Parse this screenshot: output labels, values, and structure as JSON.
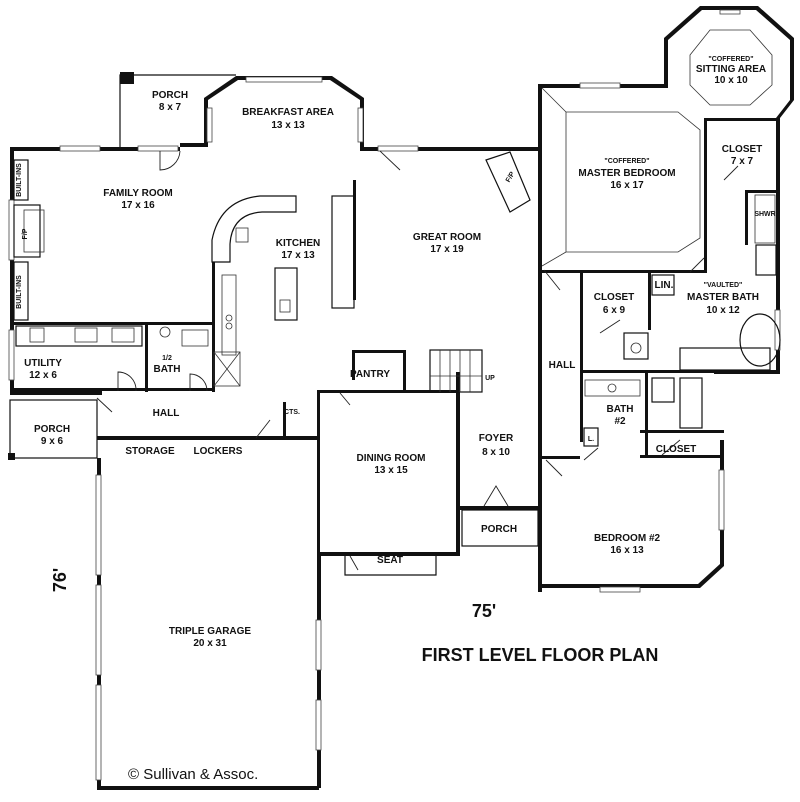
{
  "plan_title": "FIRST LEVEL FLOOR PLAN",
  "copyright": "© Sullivan & Assoc.",
  "dimensions": {
    "width": "75'",
    "depth": "76'"
  },
  "rooms": {
    "porch_back": {
      "name": "PORCH",
      "size": "8 x 7"
    },
    "breakfast": {
      "name": "BREAKFAST AREA",
      "size": "13 x 13"
    },
    "family": {
      "name": "FAMILY ROOM",
      "size": "17 x 16"
    },
    "kitchen": {
      "name": "KITCHEN",
      "size": "17 x 13"
    },
    "great": {
      "name": "GREAT ROOM",
      "size": "17 x 19"
    },
    "utility": {
      "name": "UTILITY",
      "size": "12 x 6"
    },
    "half_bath": {
      "name": "1/2",
      "size": "BATH"
    },
    "hall_left": {
      "name": "HALL"
    },
    "porch_side": {
      "name": "PORCH",
      "size": "9 x 6"
    },
    "storage": {
      "name": "STORAGE"
    },
    "lockers": {
      "name": "LOCKERS"
    },
    "cts": {
      "name": "CTS."
    },
    "pantry": {
      "name": "PANTRY"
    },
    "dining": {
      "name": "DINING ROOM",
      "size": "13 x 15"
    },
    "foyer": {
      "name": "FOYER",
      "size": "8 x 10"
    },
    "porch_front": {
      "name": "PORCH"
    },
    "seat": {
      "name": "SEAT"
    },
    "garage": {
      "name": "TRIPLE GARAGE",
      "size": "20 x 31"
    },
    "sitting": {
      "tag": "\"COFFERED\"",
      "name": "SITTING AREA",
      "size": "10 x 10"
    },
    "master_bed": {
      "tag": "\"COFFERED\"",
      "name": "MASTER BEDROOM",
      "size": "16 x 17"
    },
    "closet_master": {
      "name": "CLOSET",
      "size": "7 x 7"
    },
    "closet_mid": {
      "name": "CLOSET",
      "size": "6 x 9"
    },
    "lin": {
      "name": "LIN."
    },
    "master_bath": {
      "tag": "\"VAULTED\"",
      "name": "MASTER BATH",
      "size": "10 x 12"
    },
    "hall_right": {
      "name": "HALL"
    },
    "bath2": {
      "name": "BATH",
      "size": "#2"
    },
    "closet_bed2": {
      "name": "CLOSET"
    },
    "bedroom2": {
      "name": "BEDROOM #2",
      "size": "16 x 13"
    }
  },
  "fixtures": {
    "fp_family": "F/P",
    "fp_master": "F/P",
    "built_ins_top": "BUILT-INS",
    "built_ins_bottom": "BUILT-INS",
    "shower": "SHWR.",
    "stair_up": "UP",
    "linen_small": "L."
  }
}
